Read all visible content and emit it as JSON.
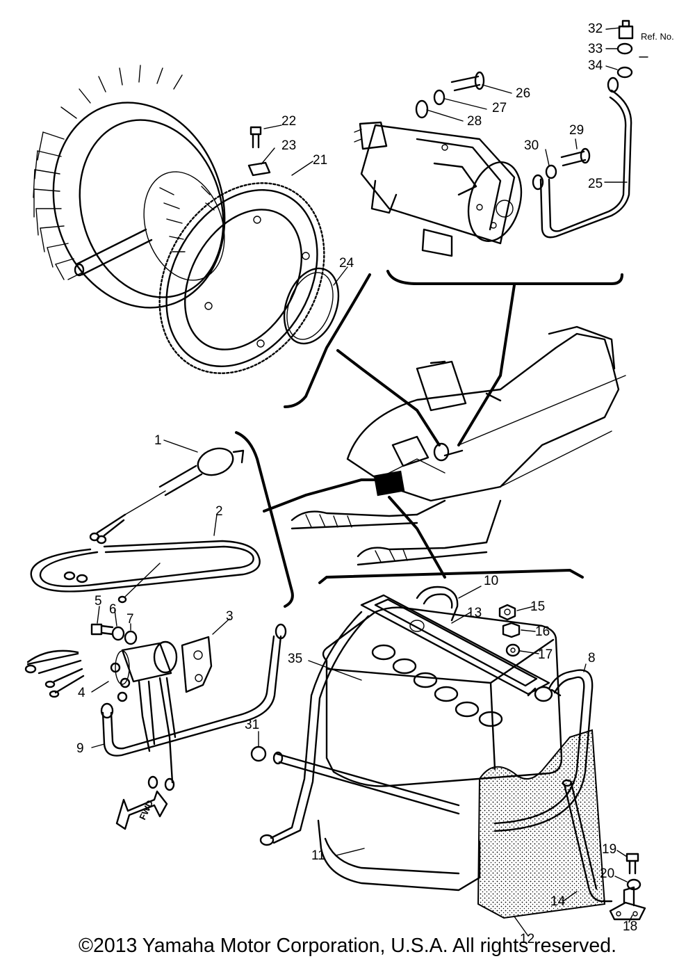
{
  "diagram": {
    "ref_no_label": "Ref. No.",
    "fwd_label": "FWD",
    "callouts": {
      "c1": "1",
      "c2": "2",
      "c3": "3",
      "c4": "4",
      "c5": "5",
      "c6": "6",
      "c7": "7",
      "c8": "8",
      "c9": "9",
      "c10": "10",
      "c11": "11",
      "c12": "12",
      "c13": "13",
      "c14": "14",
      "c15": "15",
      "c16": "16",
      "c17": "17",
      "c18": "18",
      "c19": "19",
      "c20": "20",
      "c21": "21",
      "c22": "22",
      "c23": "23",
      "c24": "24",
      "c25": "25",
      "c26": "26",
      "c27": "27",
      "c28": "28",
      "c29": "29",
      "c30": "30",
      "c31": "31",
      "c32": "32",
      "c33": "33",
      "c34": "34",
      "c35": "35"
    }
  },
  "footer": {
    "copyright": "©2013 Yamaha Motor Corporation, U.S.A. All rights reserved."
  }
}
